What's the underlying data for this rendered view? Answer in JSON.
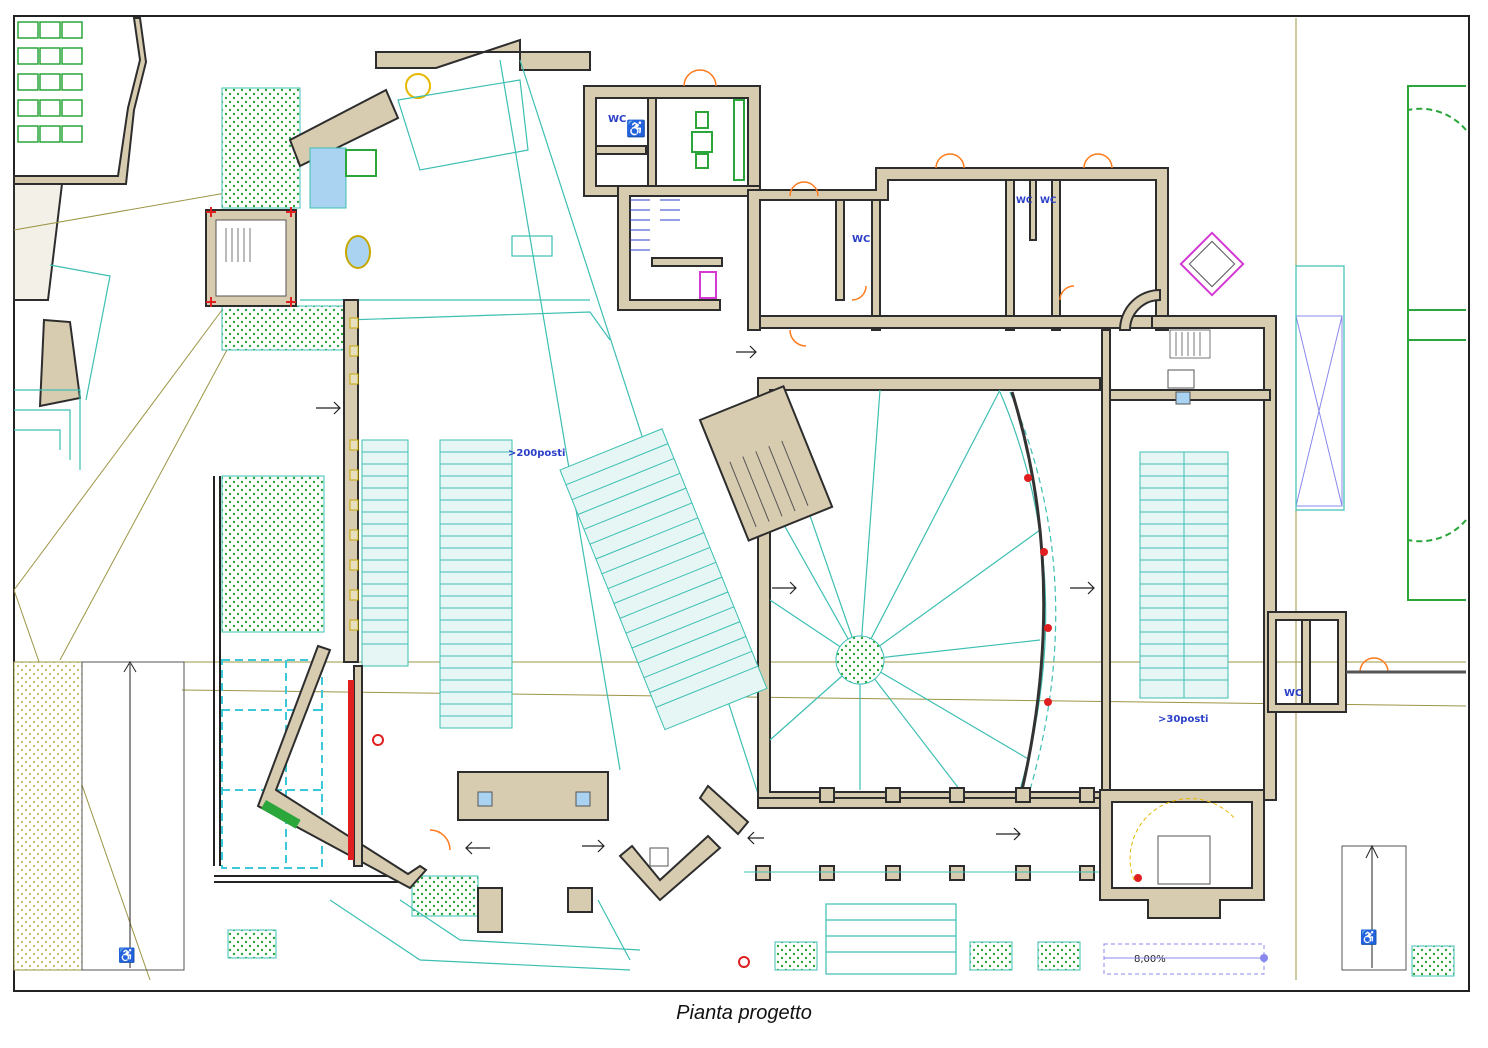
{
  "caption": "Pianta progetto",
  "labels": {
    "wc_top_left": "WC",
    "wc_mid": "WC",
    "wc_pair_a": "WC",
    "wc_pair_b": "WC",
    "wc_right": "WC",
    "seats_left": ">200posti",
    "seats_right": ">30posti",
    "slope": "8,00%"
  },
  "colors": {
    "wall": "#d8ccb0",
    "outline": "#2d2d2d",
    "cyan": "#3dbfb2",
    "green": "#2aa63a",
    "orange": "#ff7a1a",
    "olive": "#9c9545",
    "label_blue": "#2a3fc8"
  }
}
